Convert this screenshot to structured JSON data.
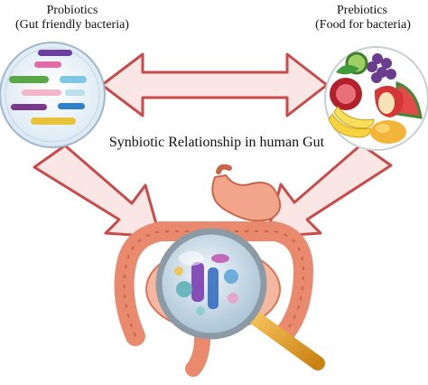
{
  "probiotics": {
    "title": "Probiotics",
    "subtitle": "(Gut friendly bacteria)"
  },
  "prebiotics": {
    "title": "Prebiotics",
    "subtitle": "(Food for bacteria)"
  },
  "relationship_label": "Synbiotic Relationship in human Gut",
  "icons": [
    "bacteria-petri-dish-icon",
    "fruit-bowl-icon",
    "digestive-tract-icon",
    "magnifying-glass-icon"
  ],
  "colors": {
    "arrow_fill": "#fbe6e6",
    "arrow_stroke": "#c94a4a",
    "intestine": "#e98a6e",
    "stomach": "#f2a58a",
    "lens_handle": "#e8a51d"
  }
}
